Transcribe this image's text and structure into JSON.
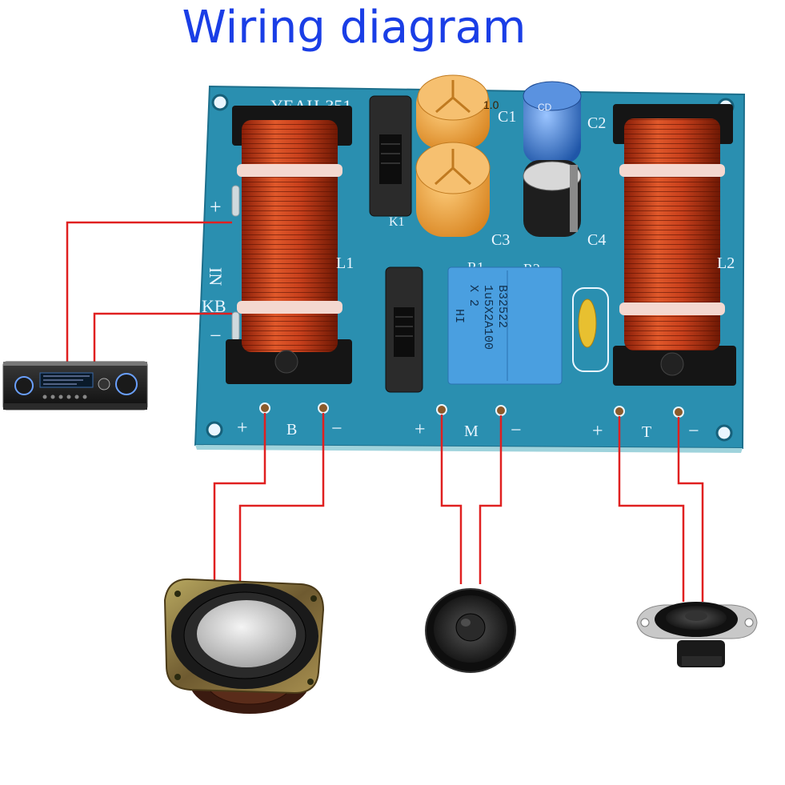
{
  "title": "Wiring diagram",
  "board": {
    "model": "YEAH-351",
    "input_plus": "+",
    "input_label": "IN",
    "input_brand": "KB",
    "input_minus": "−",
    "components": {
      "c1": "C1",
      "c2": "C2",
      "c3": "C3",
      "c4": "C4",
      "r1": "R1",
      "r2": "R2",
      "l1": "L1",
      "l2": "L2",
      "k1": "K1",
      "cap_c1_value": "1.0",
      "cap_c2_value": "CD",
      "film_line1": "B32522",
      "film_line2": "1u5X2A100",
      "film_line3": "X 2",
      "film_line4": "HI"
    },
    "outputs": [
      {
        "plus": "+",
        "label": "B",
        "minus": "−"
      },
      {
        "plus": "+",
        "label": "M",
        "minus": "−"
      },
      {
        "plus": "+",
        "label": "T",
        "minus": "−"
      }
    ]
  },
  "colors": {
    "title": "#1a3ee6",
    "board": "#2a8fb0",
    "wire": "#e02020",
    "coil": "#c8401c",
    "cap_orange": "#f0a040",
    "cap_blue": "#3a7ad0",
    "film_cap": "#4a9fe0"
  },
  "icons": {
    "amplifier": "amplifier-icon",
    "woofer": "woofer-speaker-icon",
    "midrange": "midrange-speaker-icon",
    "tweeter": "tweeter-speaker-icon"
  }
}
